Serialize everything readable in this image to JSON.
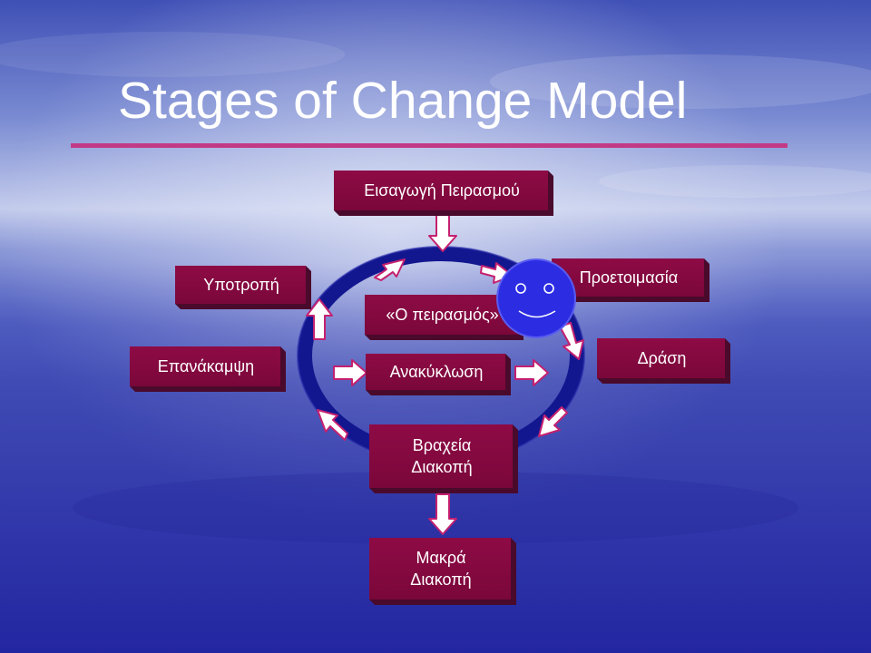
{
  "title": "Stages of Change Model",
  "stages": {
    "introduction": "Εισαγωγή Πειρασμού",
    "relapse": "Υποτροπή",
    "temptation": "«Ο πειρασμός»",
    "preparation": "Προετοιμασία",
    "recovery": "Επανάκαμψη",
    "recycling": "Ανακύκλωση",
    "action": "Δράση",
    "short_break_line1": "Βραχεία",
    "short_break_line2": "Διακοπή",
    "long_break_line1": "Μακρά",
    "long_break_line2": "Διακοπή"
  },
  "colors": {
    "box_face": "#8e0b45",
    "box_shadow": "#4a0a2c",
    "ring": "#13178f",
    "arrow_fill": "#ffffff",
    "arrow_stroke": "#c4206f",
    "smiley": "#2c2de3",
    "title_rule": "#c23a86"
  },
  "icons": {
    "smiley": "smiley-face-icon"
  }
}
